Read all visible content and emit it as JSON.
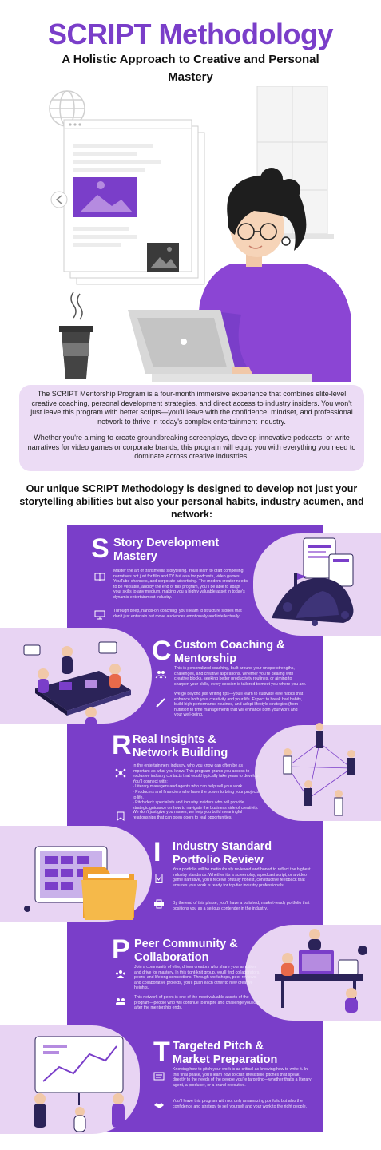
{
  "header": {
    "title": "SCRIPT Methodology",
    "subtitle": "A Holistic Approach to Creative and Personal Mastery"
  },
  "intro": {
    "p1": "The SCRIPT Mentorship Program is a four-month immersive experience that combines elite-level creative coaching, personal development strategies, and direct access to industry insiders. You won't just leave this program with better scripts—you'll leave with the confidence, mindset, and professional network to thrive in today's complex entertainment industry.",
    "p2": "Whether you're aiming to create groundbreaking screenplays, develop innovative podcasts, or write narratives for video games or corporate brands, this program will equip you with everything you need to dominate across creative industries."
  },
  "methodology_intro": "Our unique SCRIPT Methodology is designed to develop not just your storytelling abilities but also your personal habits, industry acumen, and network:",
  "sections": [
    {
      "letter": "S",
      "title": "Story Development Mastery",
      "rows": [
        "Master the art of transmedia storytelling. You'll learn to craft compelling narratives not just for film and TV but also for podcasts, video games, YouTube channels, and corporate advertising. The modern creator needs to be versatile, and by the end of this program, you'll be able to adapt your skills to any medium, making you a highly valuable asset in today's dynamic entertainment industry.",
        "Through deep, hands-on coaching, you'll learn to structure stories that don't just entertain but move audiences emotionally and intellectually."
      ]
    },
    {
      "letter": "C",
      "title": "Custom Coaching & Mentorship",
      "rows": [
        "This is personalized coaching, built around your unique strengths, challenges, and creative aspirations. Whether you're dealing with creative blocks, seeking better productivity routines, or aiming to sharpen your skills, every session is tailored to meet you where you are.",
        "We go beyond just writing tips—you'll learn to cultivate elite habits that enhance both your creativity and your life. Expect to break bad habits, build high-performance routines, and adopt lifestyle strategies (from nutrition to time management) that will enhance both your work and your well-being."
      ]
    },
    {
      "letter": "R",
      "title": "Real Insights & Network Building",
      "rows": [
        "In the entertainment industry, who you know can often be as important as what you know. This program grants you access to exclusive industry contacts that would typically take years to develop. You'll connect with:\n- Literary managers and agents who can help sell your work.\n- Producers and financiers who have the power to bring your projects to life.\n- Pitch deck specialists and industry insiders who will provide strategic guidance on how to navigate the business side of creativity.",
        "We don't just give you names; we help you build meaningful relationships that can open doors to real opportunities."
      ]
    },
    {
      "letter": "I",
      "title": "Industry Standard Portfolio Review",
      "rows": [
        "Your portfolio will be meticulously reviewed and honed to reflect the highest industry standards. Whether it's a screenplay, a podcast script, or a video game narrative, you'll receive brutally honest, constructive feedback that ensures your work is ready for top-tier industry professionals.",
        "By the end of this phase, you'll have a polished, market-ready portfolio that positions you as a serious contender in the industry."
      ]
    },
    {
      "letter": "P",
      "title": "Peer Community & Collaboration",
      "rows": [
        "Join a community of elite, driven creators who share your ambition and drive for mastery. In this tight-knit group, you'll find collaborators, peers, and lifelong connections. Through workshops, peer reviews, and collaborative projects, you'll push each other to new creative heights.",
        "This network of peers is one of the most valuable assets of the program—people who will continue to inspire and challenge you long after the mentorship ends."
      ]
    },
    {
      "letter": "T",
      "title": "Targeted Pitch & Market Preparation",
      "rows": [
        "Knowing how to pitch your work is as critical as knowing how to write it. In this final phase, you'll learn how to craft irresistible pitches that speak directly to the needs of the people you're targeting—whether that's a literary agent, a producer, or a brand executive.",
        "You'll leave this program with not only an amazing portfolio but also the confidence and strategy to sell yourself and your work to the right people."
      ]
    }
  ],
  "colors": {
    "brand_purple": "#7a3ec9",
    "light_lavender": "#e8d4f3",
    "dark_navy": "#2b2358"
  }
}
